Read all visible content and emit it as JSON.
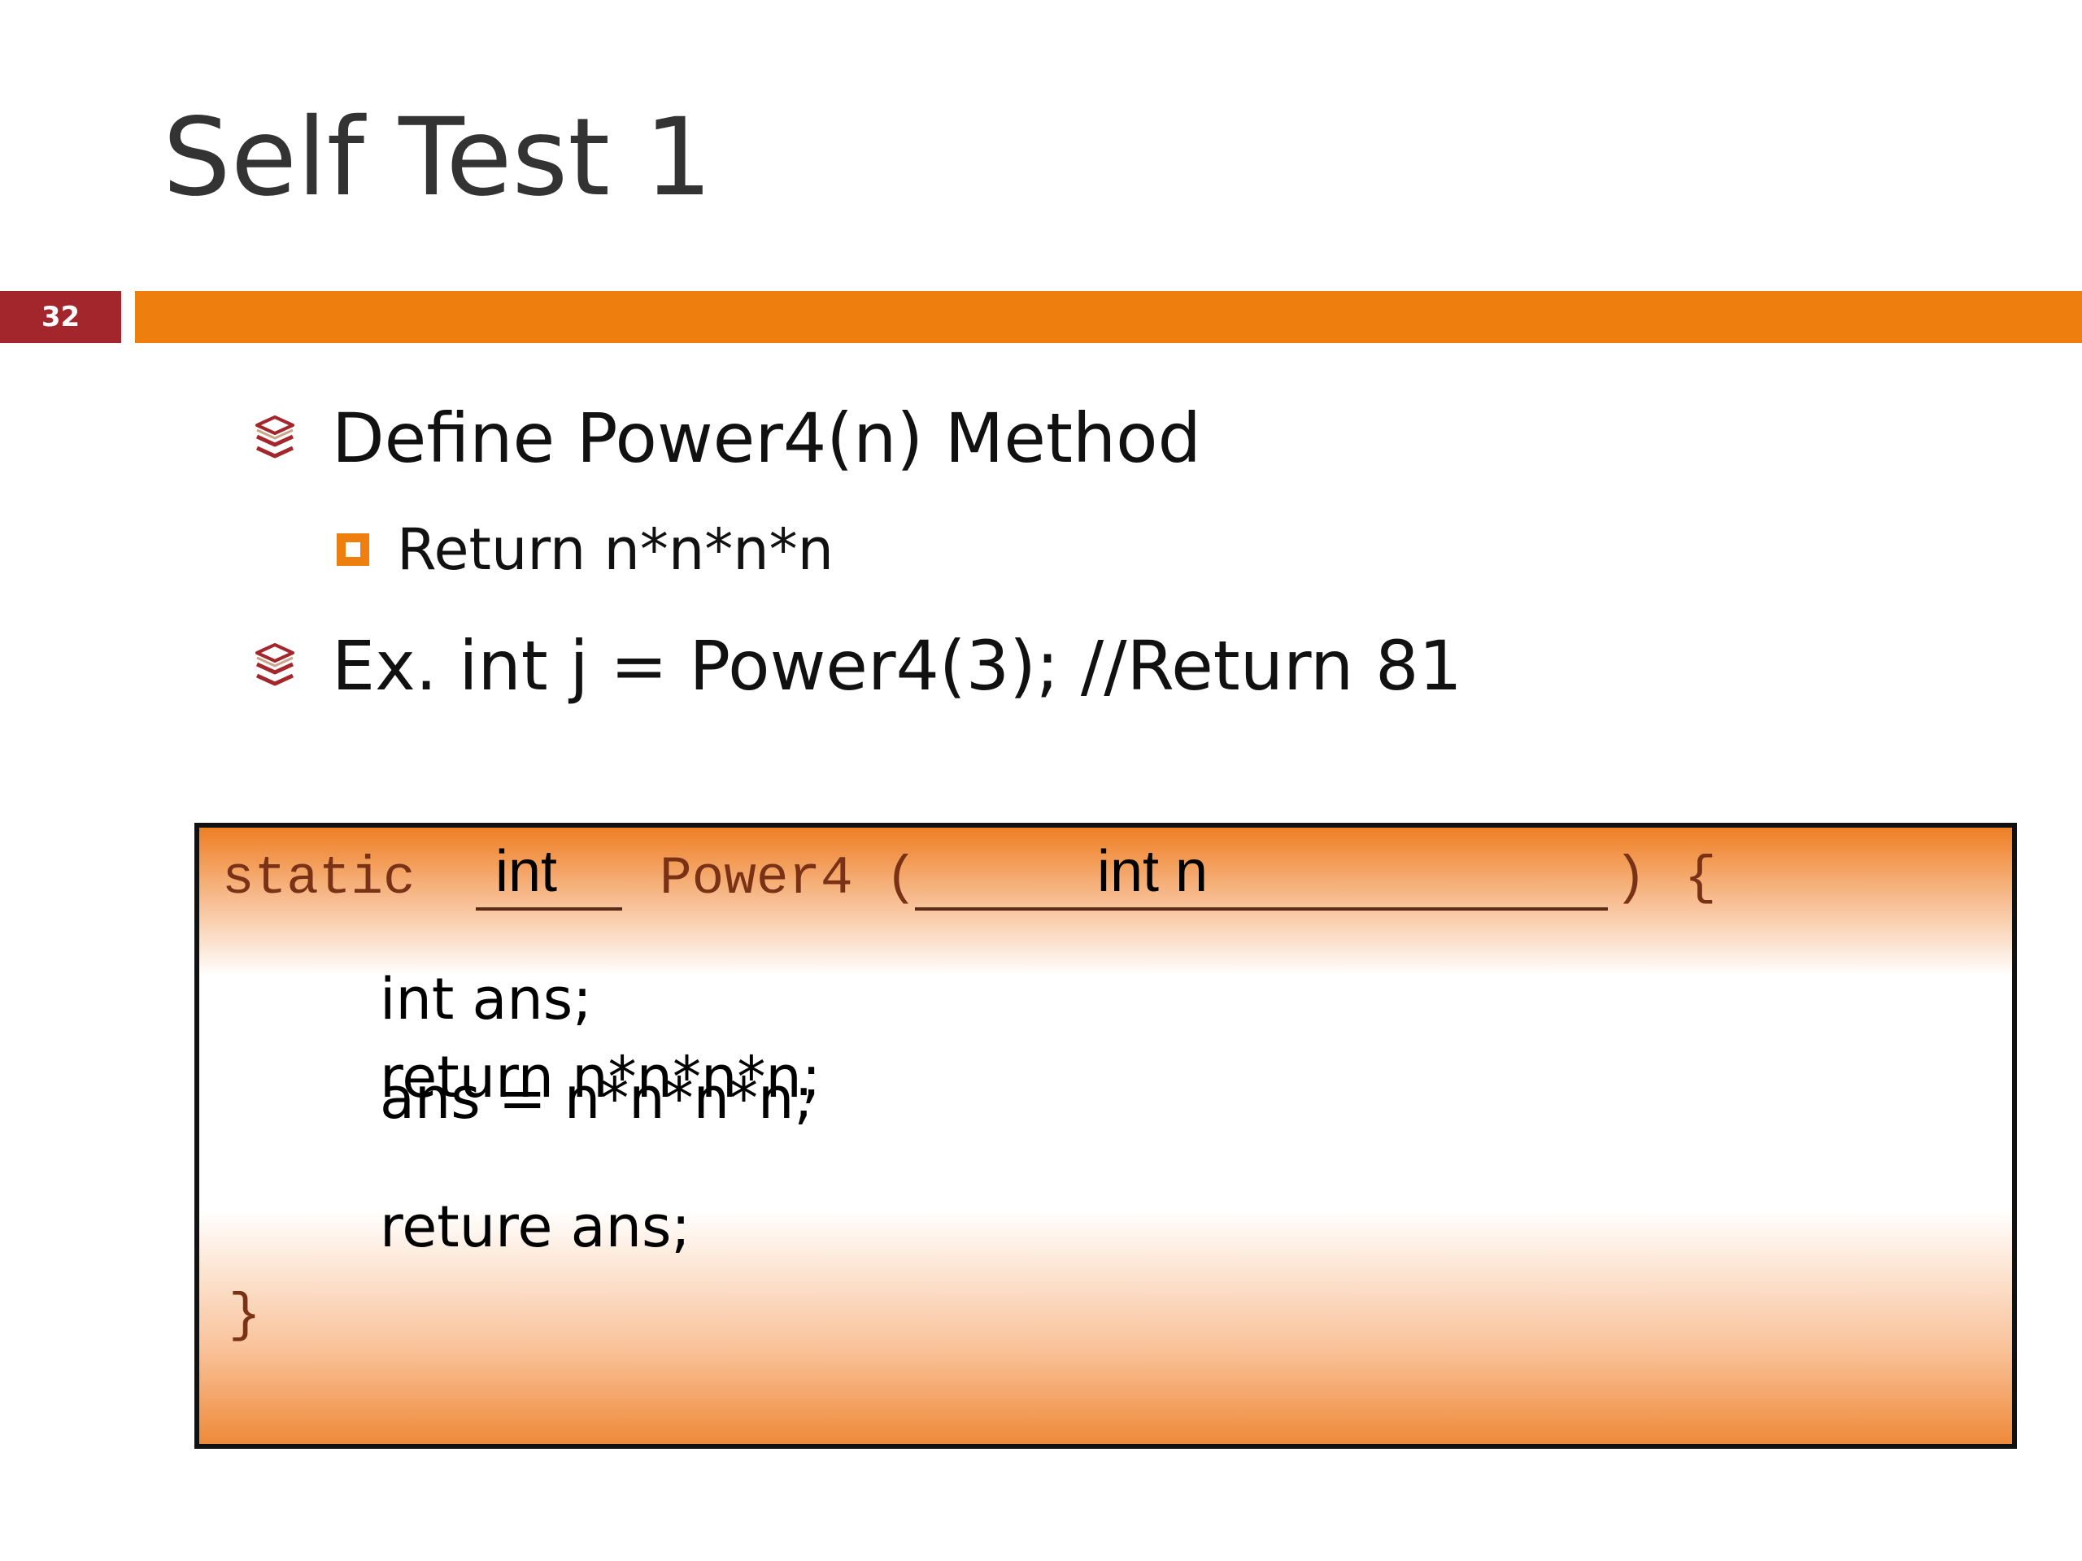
{
  "slide": {
    "title": "Self Test 1",
    "page_number": "32",
    "accent_color": "#ee7f0f",
    "page_badge_color": "#a3262d"
  },
  "bullets": [
    {
      "level": 1,
      "icon": "books-icon",
      "text": "Define Power4(n) Method"
    },
    {
      "level": 2,
      "icon": "square-bullet-icon",
      "text": "Return n*n*n*n"
    },
    {
      "level": 1,
      "icon": "books-icon",
      "text": "Ex. int j = Power4(3); //Return 81"
    }
  ],
  "code_box": {
    "static_keyword": "static",
    "method_name": "Power4 (",
    "close_paren": ")",
    "open_brace": "{",
    "close_brace": "}",
    "return_type_answer": "int",
    "param_answer": "int n",
    "body_lines": [
      "int ans;",
      "return n*n*n*n;",
      "ans = n*n*n*n;",
      "reture ans;"
    ]
  }
}
